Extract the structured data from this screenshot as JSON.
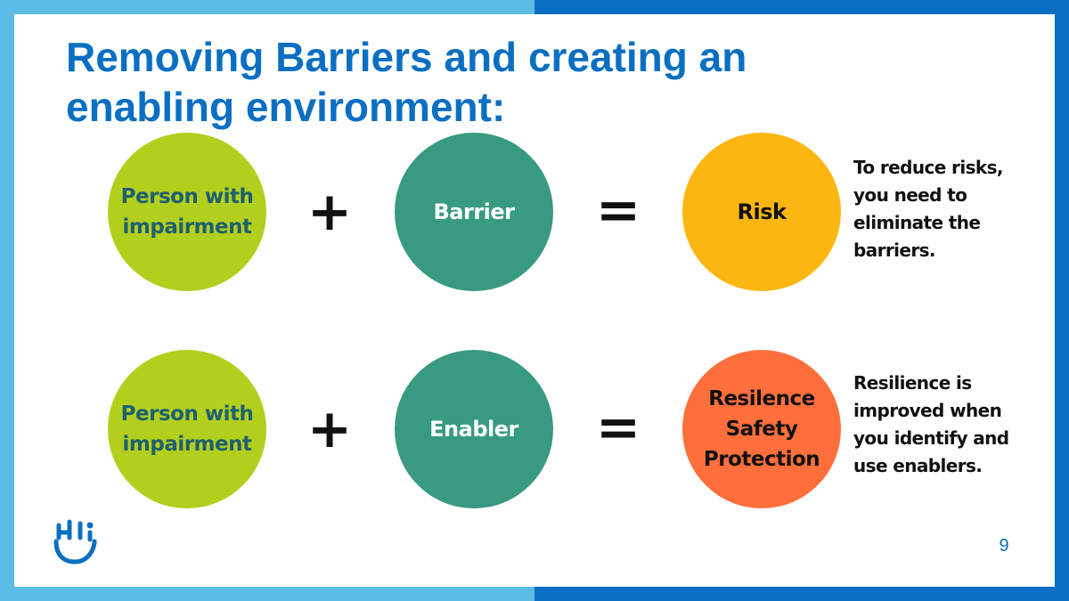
{
  "slide": {
    "title_lines": [
      "Removing Barriers and creating an",
      "enabling environment:"
    ],
    "page_number": "9"
  },
  "rows": [
    {
      "left_lines": [
        "Person with",
        "impairment"
      ],
      "plus": "+",
      "middle_lines": [
        "Barrier"
      ],
      "equals": "=",
      "result_lines": [
        "Risk"
      ],
      "note_lines": [
        "To reduce risks,",
        "you need to",
        "eliminate the",
        "barriers."
      ]
    },
    {
      "left_lines": [
        "Person with",
        "impairment"
      ],
      "plus": "+",
      "middle_lines": [
        "Enabler"
      ],
      "equals": "=",
      "result_lines": [
        "Resilence",
        "Safety",
        "Protection"
      ],
      "note_lines": [
        "Resilience is",
        "improved when",
        "you identify and",
        "use enablers."
      ]
    }
  ],
  "colors": {
    "brand_blue": "#0a6fc2",
    "light_blue": "#5bbde6",
    "person_green": "#b2cf1e",
    "teal": "#389a80",
    "risk_yellow": "#fbb612",
    "resilience_orange": "#ff6f3c"
  },
  "icons": {
    "logo": "hi-hand-logo-icon"
  }
}
